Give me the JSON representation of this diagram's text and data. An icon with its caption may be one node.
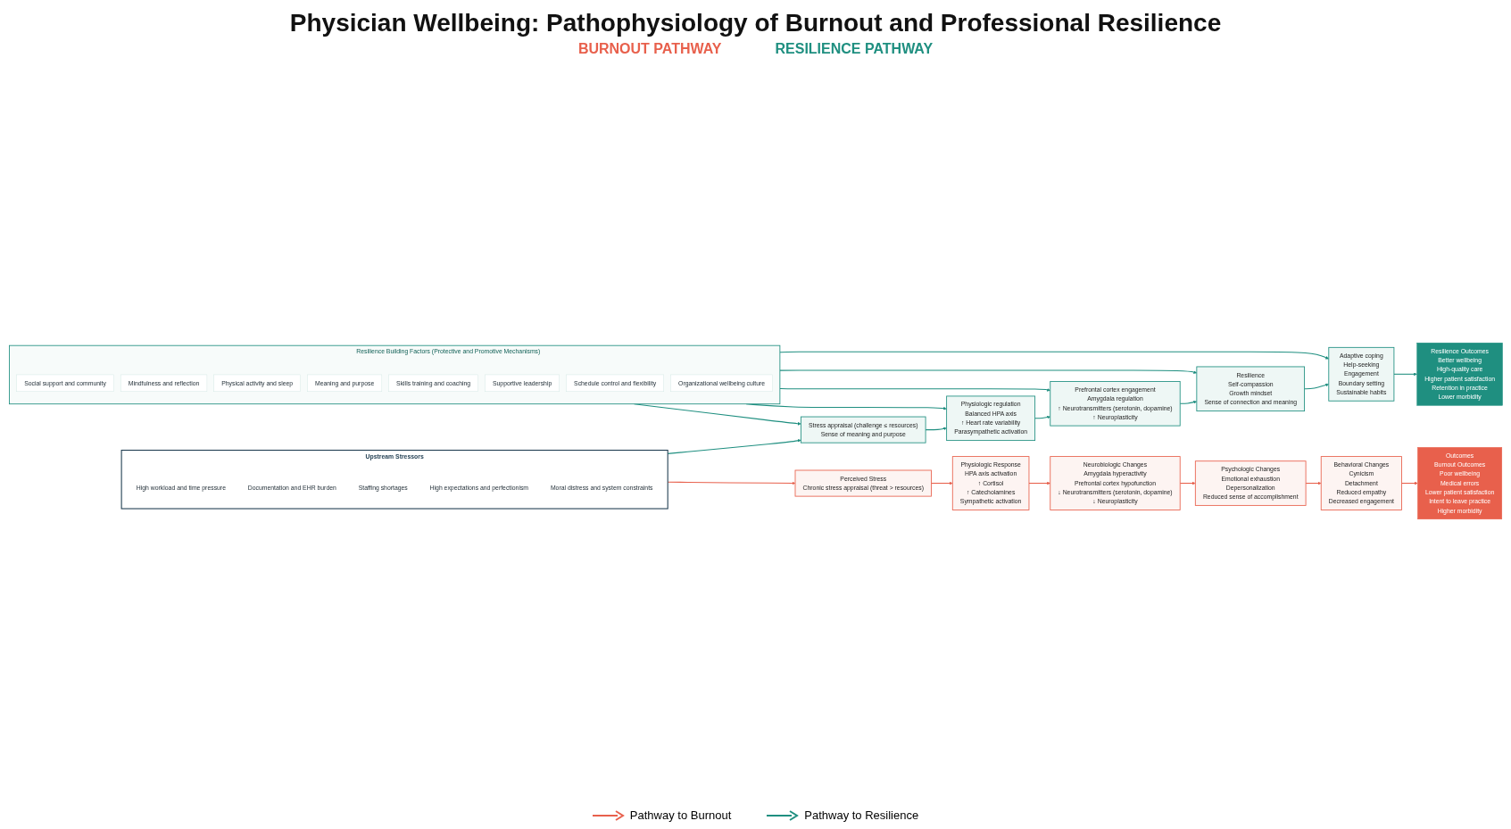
{
  "diagram": {
    "title": "Physician Wellbeing: Pathophysiology of Burnout and Professional Resilience",
    "nodes": [
      {
        "text": [
          "Upstream Stressors"
        ]
      },
      {
        "text": [
          "High workload and time pressure"
        ],
        "in": 0
      },
      {
        "text": [
          "Documentation and EHR burden"
        ],
        "in": 0
      },
      {
        "text": [
          "Staffing shortages"
        ],
        "in": 0
      },
      {
        "text": [
          "High expectations and perfectionism"
        ],
        "in": 0
      },
      {
        "text": [
          "Moral distress and system constraints"
        ],
        "in": 0
      },
      {
        "text": [
          "Perceived Stress",
          "Chronic stress appraisal (threat > resources)"
        ]
      },
      {
        "text": [
          "Physiologic Response",
          "HPA axis activation",
          "↑ Cortisol",
          "↑ Catecholamines",
          "Sympathetic activation"
        ]
      },
      {
        "text": [
          "Neurobiologic Changes",
          "Amygdala hyperactivity",
          "Prefrontal cortex hypofunction",
          "↓ Neurotransmitters (serotonin, dopamine)",
          "↓ Neuroplasticity"
        ]
      },
      {
        "text": [
          "Psychologic Changes",
          "Emotional exhaustion",
          "Depersonalization",
          "Reduced sense of accomplishment"
        ]
      },
      {
        "text": [
          "Behavioral Changes",
          "Cynicism",
          "Detachment",
          "Reduced empathy",
          "Decreased engagement"
        ]
      },
      {
        "text": [
          "Outcomes",
          "Burnout Outcomes",
          "Poor wellbeing",
          "Medical errors",
          "Lower patient satisfaction",
          "Intent to leave practice",
          "Higher morbidity"
        ]
      },
      {
        "text": [
          "Stress appraisal (challenge ≤ resources)",
          "Sense of meaning and purpose"
        ]
      },
      {
        "text": [
          "Physiologic regulation",
          "Balanced HPA axis",
          "↑ Heart rate variability",
          "Parasympathetic activation"
        ]
      },
      {
        "text": [
          "Prefrontal cortex engagement",
          "Amygdala regulation",
          "↑ Neurotransmitters (serotonin, dopamine)",
          "↑ Neuroplasticity"
        ]
      },
      {
        "text": [
          "Resilience",
          "Self-compassion",
          "Growth mindset",
          "Sense of connection and meaning"
        ]
      },
      {
        "text": [
          "Adaptive coping",
          "Help-seeking",
          "Engagement",
          "Boundary setting",
          "Sustainable habits"
        ]
      },
      {
        "text": [
          "Resilience Outcomes",
          "Better wellbeing",
          "High-quality care",
          "Higher patient satisfaction",
          "Retention in practice",
          "Lower morbidity"
        ]
      },
      {
        "text": [
          "Resilience Building Factors (Protective and Promotive Mechanisms)"
        ]
      },
      {
        "text": [
          "Social support and community"
        ],
        "in": 18
      },
      {
        "text": [
          "Mindfulness and reflection"
        ],
        "in": 18
      },
      {
        "text": [
          "Physical activity and sleep"
        ],
        "in": 18
      },
      {
        "text": [
          "Meaning and purpose"
        ],
        "in": 18
      },
      {
        "text": [
          "Skills training and coaching"
        ],
        "in": 18
      },
      {
        "text": [
          "Supportive leadership"
        ],
        "in": 18
      },
      {
        "text": [
          "Schedule control and flexibility"
        ],
        "in": 18
      },
      {
        "text": [
          "Organizational wellbeing culture"
        ],
        "in": 18
      }
    ],
    "edges": [
      {
        "from": 0,
        "to": 6,
        "arrow": "to",
        "color": "#e8604c"
      },
      {
        "from": 6,
        "to": 7,
        "arrow": "to",
        "color": "#e8604c"
      },
      {
        "from": 7,
        "to": 8,
        "arrow": "to",
        "color": "#e8604c"
      },
      {
        "from": 8,
        "to": 9,
        "arrow": "to",
        "color": "#e8604c"
      },
      {
        "from": 9,
        "to": 10,
        "arrow": "to",
        "color": "#e8604c"
      },
      {
        "from": 10,
        "to": 11,
        "arrow": "to",
        "color": "#e8604c"
      },
      {
        "from": 0,
        "to": 12,
        "arrow": "to"
      },
      {
        "from": 12,
        "to": 13,
        "arrow": "to"
      },
      {
        "from": 13,
        "to": 14,
        "arrow": "to"
      },
      {
        "from": 14,
        "to": 15,
        "arrow": "to"
      },
      {
        "from": 15,
        "to": 16,
        "arrow": "to"
      },
      {
        "from": 16,
        "to": 17,
        "arrow": "to"
      },
      {
        "from": 18,
        "to": 12,
        "arrow": "to"
      },
      {
        "from": 18,
        "to": 13,
        "arrow": "to"
      },
      {
        "from": 18,
        "to": 14,
        "arrow": "to"
      },
      {
        "from": 18,
        "to": 15,
        "arrow": "to"
      },
      {
        "from": 18,
        "to": 16,
        "arrow": "to"
      }
    ],
    "labels": [
      "BURNOUT PATHWAY",
      "RESILIENCE PATHWAY"
    ],
    "legend": [
      {
        "text": "Pathway to Burnout"
      },
      {
        "text": "Pathway to Resilience"
      }
    ]
  }
}
